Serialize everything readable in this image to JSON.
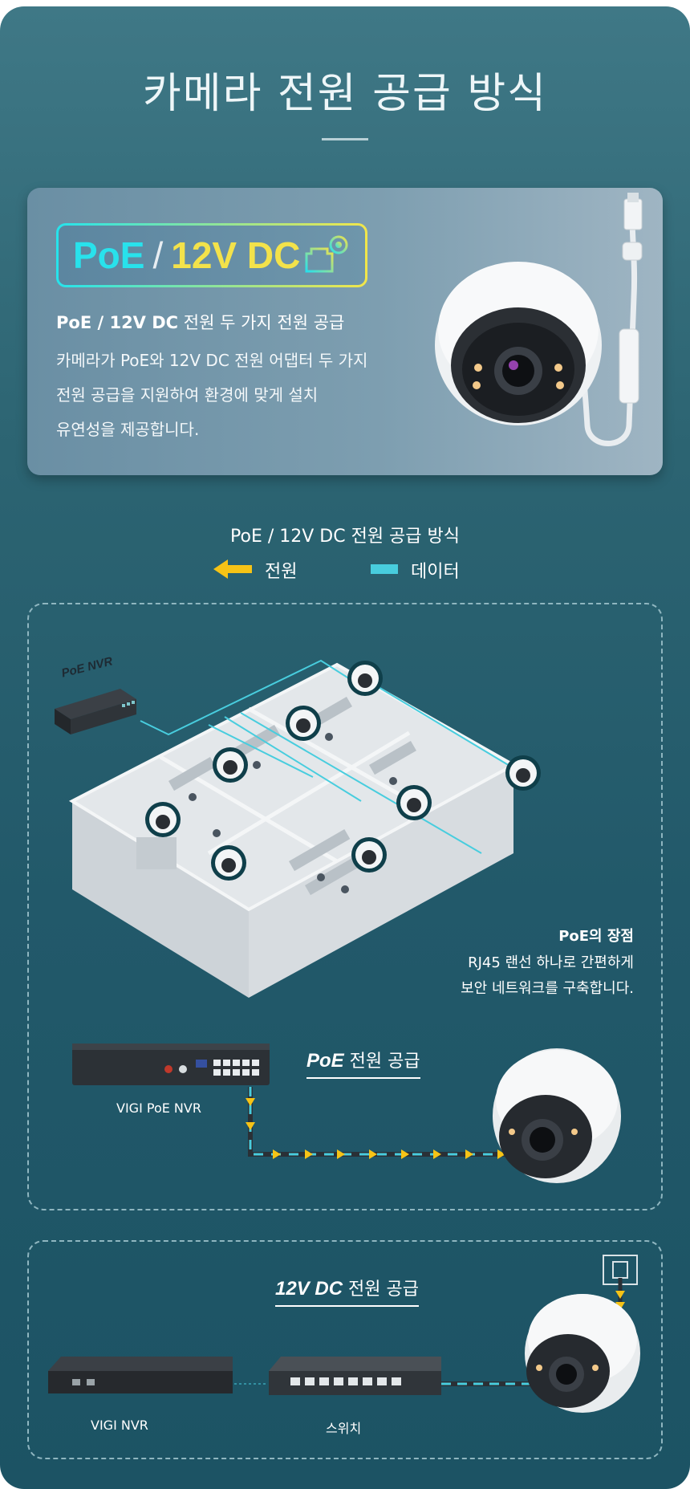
{
  "header": {
    "title": "카메라 전원 공급 방식"
  },
  "card": {
    "badge": {
      "poe": "PoE",
      "slash": "/",
      "dc": "12V DC"
    },
    "heading_bold": "PoE / 12V DC",
    "heading_rest": " 전원 두 가지 전원 공급",
    "body_lines": [
      "카메라가 PoE와 12V DC 전원 어댑터 두 가지",
      "전원 공급을 지원하여 환경에 맞게 설치",
      "유연성을 제공합니다."
    ]
  },
  "legend": {
    "title": "PoE / 12V DC 전원 공급 방식",
    "power": "전원",
    "data": "데이터",
    "colors": {
      "power": "#f6c316",
      "data": "#48cdde"
    }
  },
  "diagram": {
    "nvr_tag": "PoE NVR",
    "advantage_title": "PoE의 장점",
    "advantage_lines": [
      "RJ45 랜선 하나로 간편하게",
      "보안 네트워크를 구축합니다."
    ],
    "poe_section": {
      "italic": "PoE",
      "rest": " 전원 공급",
      "device": "VIGI PoE NVR"
    },
    "dc_section": {
      "italic": "12V DC",
      "rest": " 전원 공급",
      "nvr": "VIGI NVR",
      "switch": "스위치"
    }
  }
}
